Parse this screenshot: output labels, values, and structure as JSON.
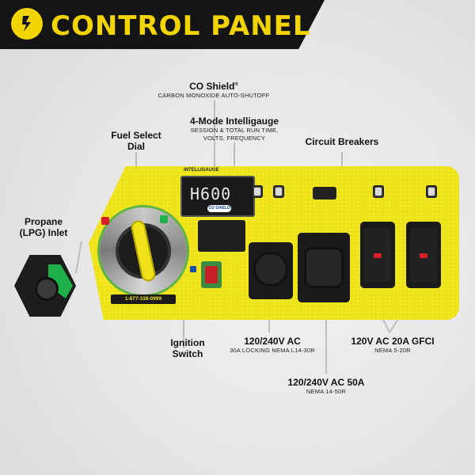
{
  "header": {
    "title": "CONTROL PANEL",
    "logo_icon": "champion-bolt-icon",
    "band_color": "#141414",
    "accent_color": "#f2d400"
  },
  "labels": {
    "co_shield": {
      "title": "CO Shield",
      "mark": "®",
      "sub": "CARBON MONOXIDE AUTO-SHUTOFF"
    },
    "intelligauge": {
      "title": "4-Mode Intelligauge",
      "sub1": "SESSION & TOTAL RUN TIME,",
      "sub2": "VOLTS, FREQUENCY"
    },
    "fuel_select": {
      "line1": "Fuel Select",
      "line2": "Dial"
    },
    "circuit_breakers": {
      "title": "Circuit Breakers"
    },
    "propane": {
      "line1": "Propane",
      "line2": "(LPG) Inlet"
    },
    "ignition": {
      "line1": "Ignition",
      "line2": "Switch"
    },
    "outlet_30a": {
      "title": "120/240V AC",
      "sub": "30A LOCKING NEMA L14-30R"
    },
    "outlet_50a": {
      "title": "120/240V AC 50A",
      "sub": "NEMA 14-50R"
    },
    "outlet_gfci": {
      "title": "120V AC 20A GFCI",
      "sub": "NEMA 5-20R"
    }
  },
  "panel": {
    "display_brand": "INTELLIGAUGE",
    "display_value": "H600",
    "co_badge": "CO SHIELD",
    "phone": "1-877-338-0999",
    "panel_color": "#f1e61e",
    "green_color": "#20b04b",
    "red_color": "#d41e2a"
  }
}
